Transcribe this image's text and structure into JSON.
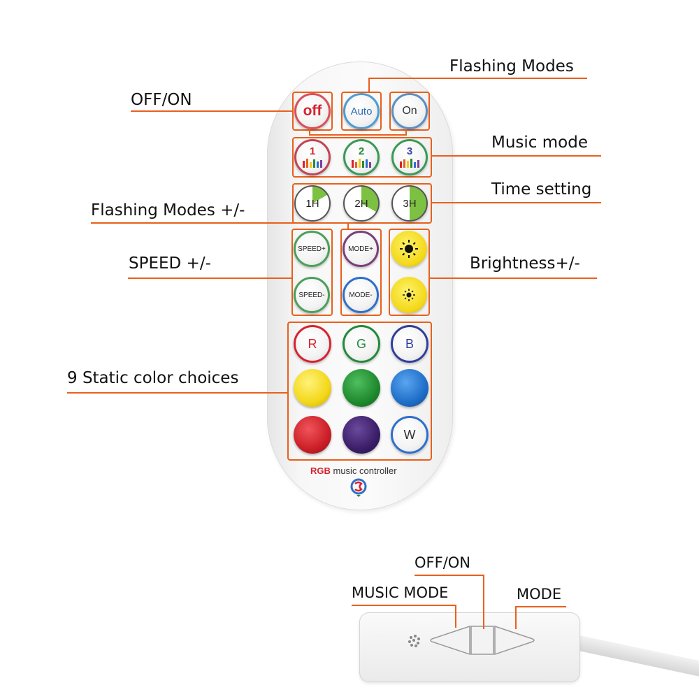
{
  "labels": {
    "flashing_modes": "Flashing Modes",
    "off_on": "OFF/ON",
    "music_mode": "Music mode",
    "time_setting": "Time setting",
    "flashing_modes_pm": "Flashing Modes +/-",
    "speed_pm": "SPEED +/-",
    "brightness_pm": "Brightness+/-",
    "static_colors": "9 Static color choices",
    "ctrl_off_on": "OFF/ON",
    "ctrl_music_mode": "MUSIC MODE",
    "ctrl_mode": "MODE"
  },
  "buttons": {
    "off": "off",
    "auto": "Auto",
    "on": "On",
    "music1": "1",
    "music2": "2",
    "music3": "3",
    "timer1": "1H",
    "timer2": "2H",
    "timer3": "3H",
    "speed_up": "SPEED+",
    "speed_down": "SPEED-",
    "mode_up": "MODE+",
    "mode_down": "MODE-",
    "r": "R",
    "g": "G",
    "b": "B",
    "w": "W"
  },
  "caption": {
    "rgb": "RGB",
    "rest": " music controller"
  },
  "colors": {
    "accent": "#e8601c",
    "red": "#d6232f",
    "green": "#23893a",
    "blue": "#2f3f9a",
    "yellow": "#f3d81a",
    "mid_green": "#1f8a2e",
    "sky_blue": "#1f6fc9",
    "deep_red": "#cc1f27",
    "purple": "#3b1e68"
  }
}
